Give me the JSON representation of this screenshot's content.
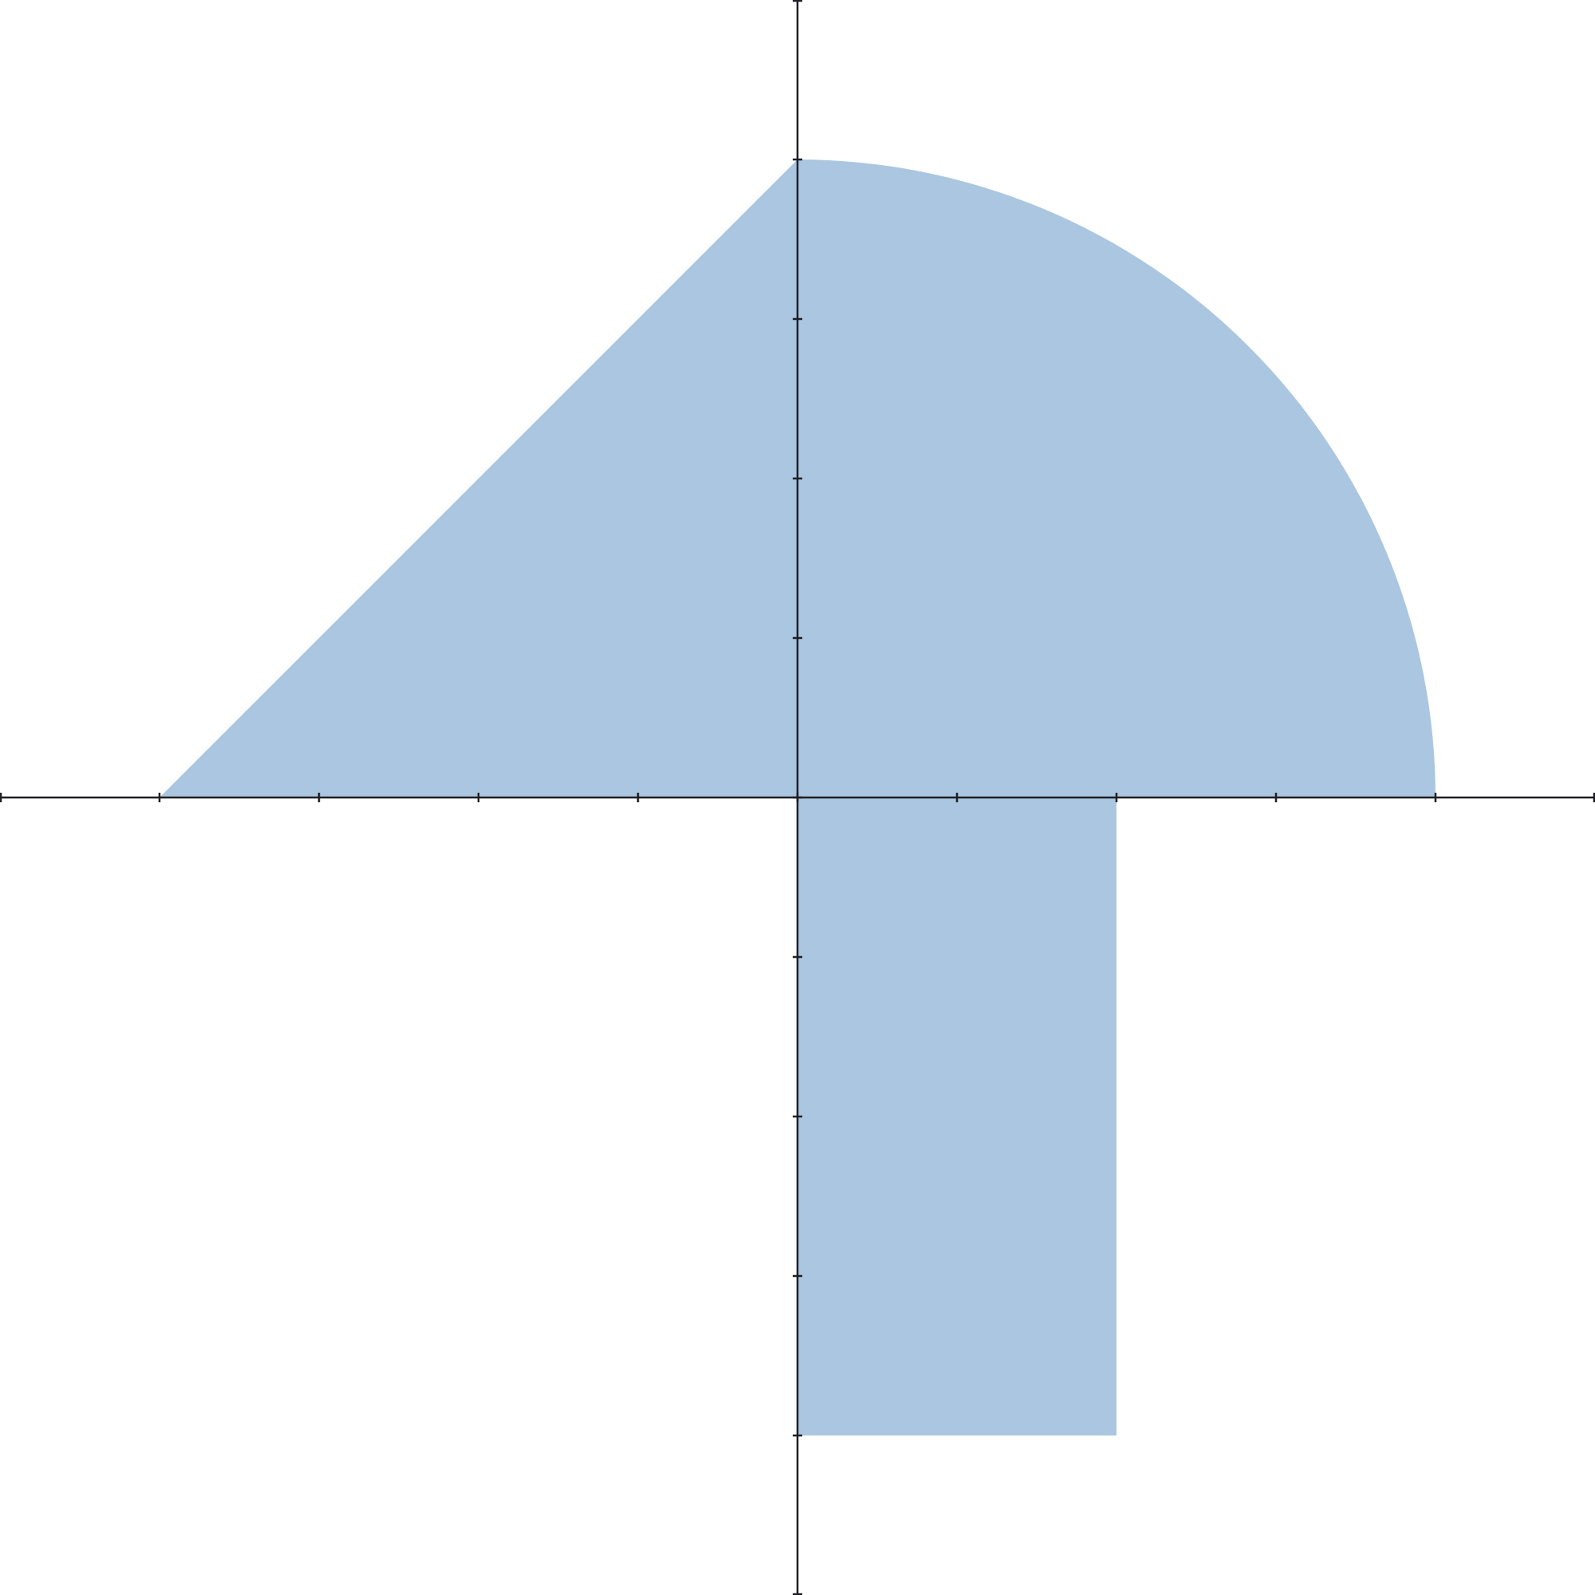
{
  "chart_data": {
    "type": "area",
    "xlim": [
      -5,
      5
    ],
    "ylim": [
      -5,
      5
    ],
    "x_ticks": [
      -5,
      -4,
      -3,
      -2,
      -1,
      0,
      1,
      2,
      3,
      4,
      5
    ],
    "y_ticks": [
      -5,
      -4,
      -3,
      -2,
      -1,
      0,
      1,
      2,
      3,
      4,
      5
    ],
    "tick_labels_shown": false,
    "grid": false,
    "legend": "none",
    "regions": [
      {
        "shape": "triangle",
        "quadrant": 2,
        "points": [
          [
            -4,
            0
          ],
          [
            0,
            4
          ],
          [
            0,
            0
          ]
        ]
      },
      {
        "shape": "quarter-circle",
        "quadrant": 1,
        "center": [
          0,
          0
        ],
        "radius": 4
      },
      {
        "shape": "rectangle",
        "quadrant": 4,
        "x": [
          0,
          2
        ],
        "y": [
          -4,
          0
        ]
      }
    ]
  },
  "colors": {
    "region_fill": "#abc6e0",
    "axis": "#1f1f24",
    "background": "#ffffff"
  }
}
